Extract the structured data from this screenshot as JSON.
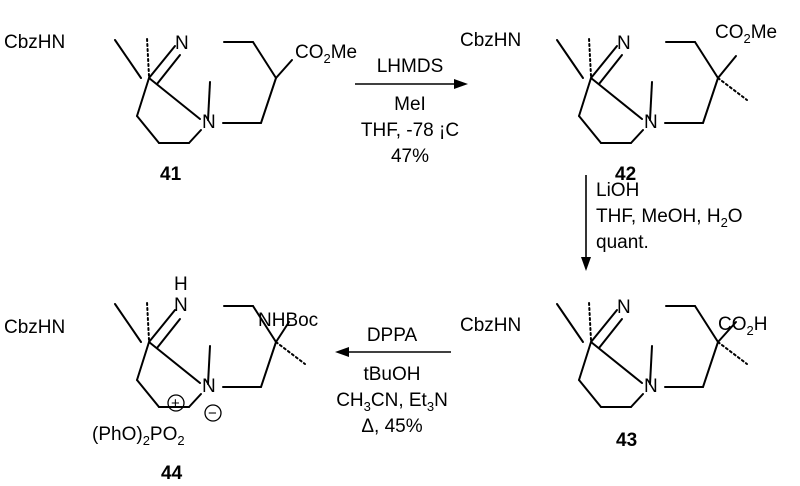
{
  "molecules": {
    "m41": {
      "id": "41",
      "amine": "CbzHN",
      "n_label": "N",
      "ester": "CO",
      "ester_sub": "2",
      "ester_tail": "Me"
    },
    "m42": {
      "id": "42",
      "amine": "CbzHN",
      "n_label": "N",
      "ester": "CO",
      "ester_sub": "2",
      "ester_tail": "Me"
    },
    "m43": {
      "id": "43",
      "amine": "CbzHN",
      "n_label": "N",
      "acid": "CO",
      "acid_sub": "2",
      "acid_tail": "H"
    },
    "m44": {
      "id": "44",
      "amine": "CbzHN",
      "n_label": "N",
      "h_label": "H",
      "boc": "NHBoc",
      "plus": "+",
      "minus": "−",
      "counterion": "(PhO)",
      "ci_sub1": "2",
      "ci_mid": "PO",
      "ci_sub2": "2"
    }
  },
  "steps": {
    "step1": {
      "reagent1": "LHMDS",
      "reagent2": "MeI",
      "conditions": "THF, -78 ¡C",
      "yield": "47%"
    },
    "step2": {
      "reagent1": "LiOH",
      "cond_a": "THF, MeOH, H",
      "cond_a_sub": "2",
      "cond_a_tail": "O",
      "yield": "quant."
    },
    "step3": {
      "reagent1": "DPPA",
      "reagent2": "tBuOH",
      "cond_a1": "CH",
      "cond_a1_sub": "3",
      "cond_a2": "CN, Et",
      "cond_a2_sub": "3",
      "cond_a3": "N",
      "conditions": "Δ, 45%"
    }
  }
}
